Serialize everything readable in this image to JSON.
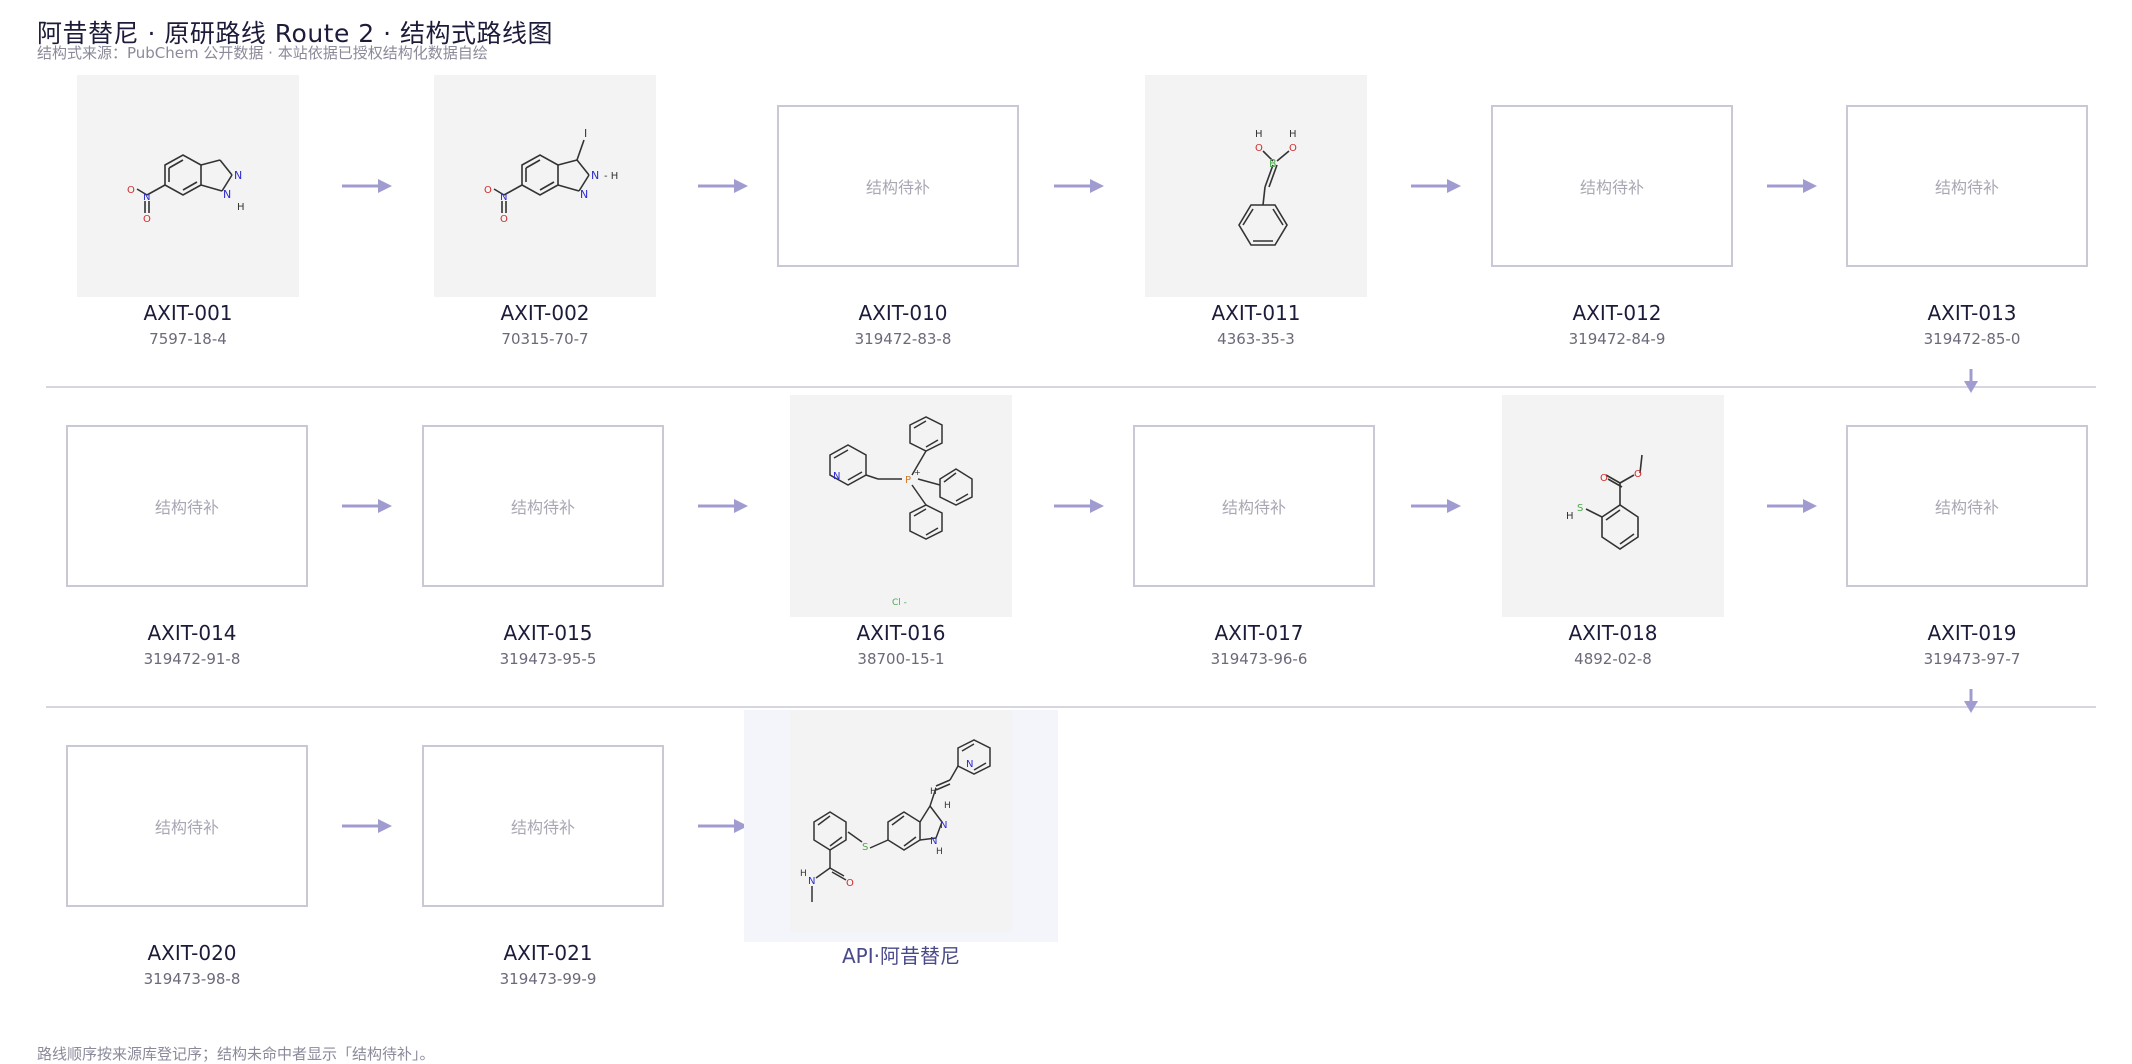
{
  "header": {
    "title": "阿昔替尼 · 原研路线 Route 2 · 结构式路线图",
    "subtitle": "结构式来源：PubChem 公开数据 · 本站依据已授权结构化数据自绘"
  },
  "placeholder_text": "结构待补",
  "steps": [
    {
      "code": "AXIT-001",
      "cas": "7597-18-4",
      "placeholder": "",
      "has_structure": true,
      "structure": "6-nitro-1H-indazole"
    },
    {
      "code": "AXIT-002",
      "cas": "70315-70-7",
      "placeholder": "",
      "has_structure": true,
      "structure": "3-iodo-6-nitro-1H-indazole"
    },
    {
      "code": "AXIT-010",
      "cas": "319472-83-8",
      "placeholder": "结构待补",
      "has_structure": false
    },
    {
      "code": "AXIT-011",
      "cas": "4363-35-3",
      "placeholder": "",
      "has_structure": true,
      "structure": "styrylboronic acid"
    },
    {
      "code": "AXIT-012",
      "cas": "319472-84-9",
      "placeholder": "结构待补",
      "has_structure": false
    },
    {
      "code": "AXIT-013",
      "cas": "319472-85-0",
      "placeholder": "结构待补",
      "has_structure": false
    },
    {
      "code": "AXIT-014",
      "cas": "319472-91-8",
      "placeholder": "结构待补",
      "has_structure": false
    },
    {
      "code": "AXIT-015",
      "cas": "319473-95-5",
      "placeholder": "结构待补",
      "has_structure": false
    },
    {
      "code": "AXIT-016",
      "cas": "38700-15-1",
      "placeholder": "",
      "has_structure": true,
      "structure": "pyridylmethyl-triphenylphosphonium chloride"
    },
    {
      "code": "AXIT-017",
      "cas": "319473-96-6",
      "placeholder": "结构待补",
      "has_structure": false
    },
    {
      "code": "AXIT-018",
      "cas": "4892-02-8",
      "placeholder": "",
      "has_structure": true,
      "structure": "methyl thiosalicylate"
    },
    {
      "code": "AXIT-019",
      "cas": "319473-97-7",
      "placeholder": "结构待补",
      "has_structure": false
    },
    {
      "code": "AXIT-020",
      "cas": "319473-98-8",
      "placeholder": "结构待补",
      "has_structure": false
    },
    {
      "code": "AXIT-021",
      "cas": "319473-99-9",
      "placeholder": "结构待补",
      "has_structure": false
    }
  ],
  "api": {
    "label": "API·阿昔替尼",
    "structure": "axitinib"
  },
  "footnote": "路线顺序按来源库登记序；结构未命中者显示「结构待补」。",
  "colors": {
    "arrow": "#a09cd0",
    "border": "#c9c9d6",
    "tile_bg": "#f3f3f3",
    "api_bg": "#f4f4fb",
    "nitrogen": "#2a2ad0",
    "oxygen": "#d02a2a",
    "boron": "#4caa4c",
    "sulfur": "#4caa4c",
    "chlorine": "#4caa4c"
  }
}
